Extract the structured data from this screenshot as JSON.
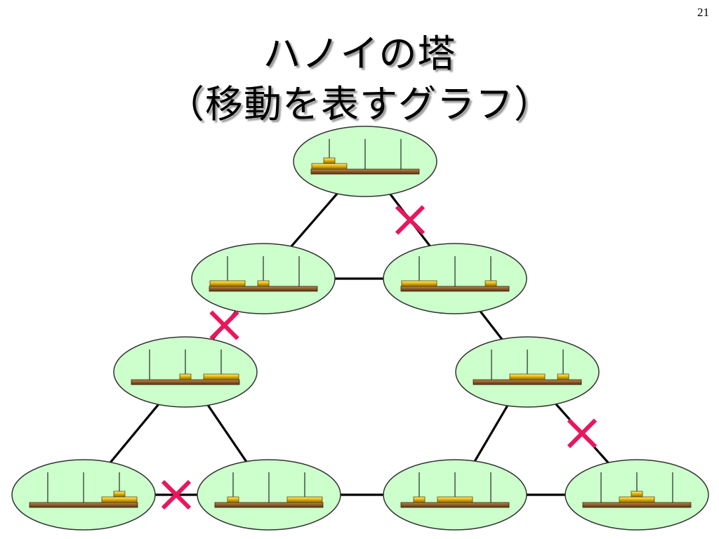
{
  "slide": {
    "page_number": "21",
    "title_line1": "ハノイの塔",
    "title_line2": "（移動を表すグラフ）"
  },
  "colors": {
    "state_fill": "#ccffcc",
    "state_stroke": "#333333",
    "edge": "#000000",
    "forbidden_mark": "#e8175d",
    "base": "#8b5a2b",
    "disk": "#e0b000"
  },
  "diagram": {
    "description_note": "",
    "pegs_per_state": 3,
    "states": [
      {
        "id": "s-top",
        "small_disk_peg": 1,
        "large_disk_peg": 1
      },
      {
        "id": "s-mid-left",
        "small_disk_peg": 2,
        "large_disk_peg": 1
      },
      {
        "id": "s-mid-right",
        "small_disk_peg": 3,
        "large_disk_peg": 1
      },
      {
        "id": "s-lower-left",
        "small_disk_peg": 2,
        "large_disk_peg": 3
      },
      {
        "id": "s-lower-right",
        "small_disk_peg": 3,
        "large_disk_peg": 2
      },
      {
        "id": "s-bottom-1",
        "small_disk_peg": 3,
        "large_disk_peg": 3
      },
      {
        "id": "s-bottom-2",
        "small_disk_peg": 1,
        "large_disk_peg": 3
      },
      {
        "id": "s-bottom-3",
        "small_disk_peg": 1,
        "large_disk_peg": 2
      },
      {
        "id": "s-bottom-4",
        "small_disk_peg": 2,
        "large_disk_peg": 2
      }
    ],
    "edges": [
      {
        "from": "s-top",
        "to": "s-mid-left",
        "forbidden": false
      },
      {
        "from": "s-top",
        "to": "s-mid-right",
        "forbidden": true
      },
      {
        "from": "s-mid-left",
        "to": "s-mid-right",
        "forbidden": false
      },
      {
        "from": "s-mid-left",
        "to": "s-lower-left",
        "forbidden": true
      },
      {
        "from": "s-mid-right",
        "to": "s-lower-right",
        "forbidden": false
      },
      {
        "from": "s-lower-left",
        "to": "s-bottom-1",
        "forbidden": false
      },
      {
        "from": "s-lower-left",
        "to": "s-bottom-2",
        "forbidden": false
      },
      {
        "from": "s-lower-right",
        "to": "s-bottom-3",
        "forbidden": false
      },
      {
        "from": "s-lower-right",
        "to": "s-bottom-4",
        "forbidden": true
      },
      {
        "from": "s-bottom-1",
        "to": "s-bottom-2",
        "forbidden": true
      },
      {
        "from": "s-bottom-2",
        "to": "s-bottom-3",
        "forbidden": false
      },
      {
        "from": "s-bottom-3",
        "to": "s-bottom-4",
        "forbidden": false
      }
    ]
  }
}
